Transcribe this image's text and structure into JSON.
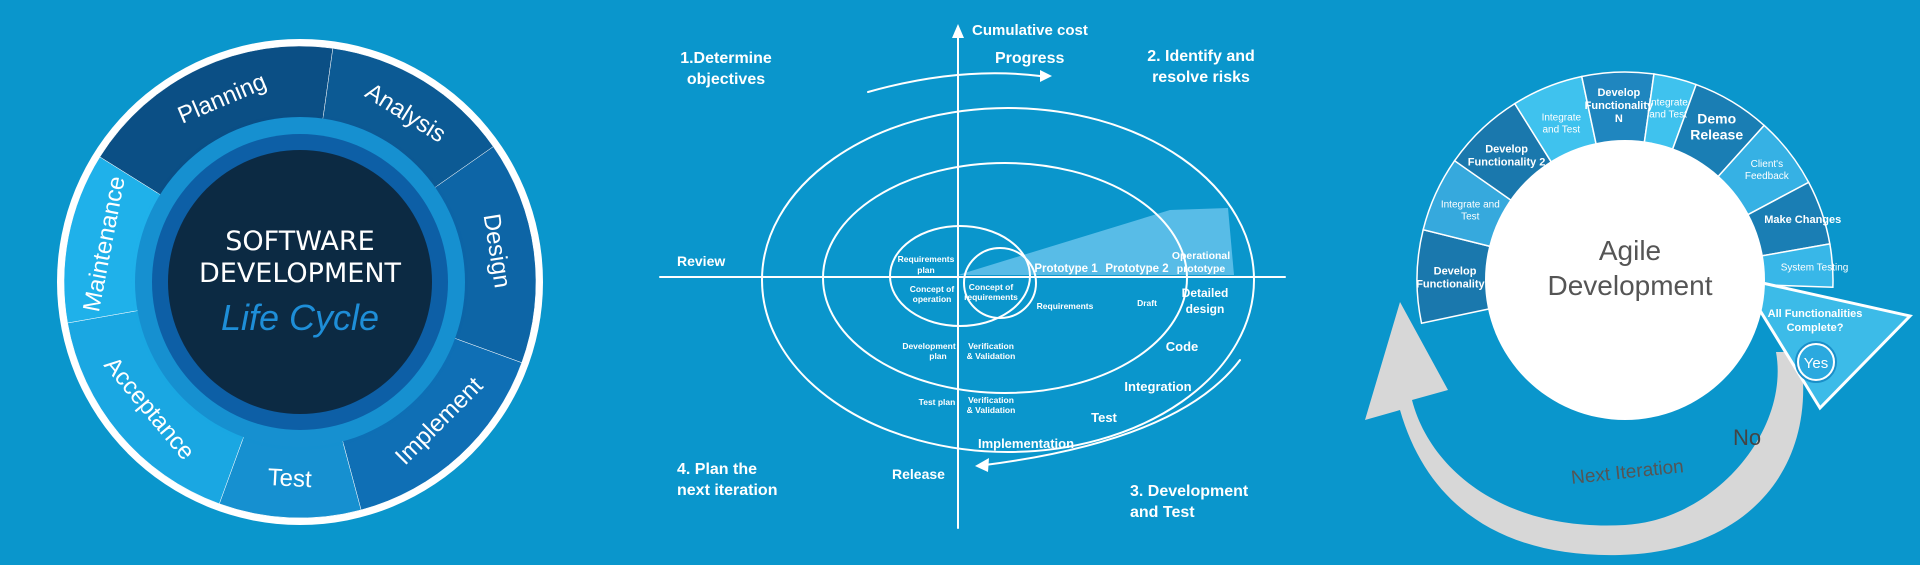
{
  "colors": {
    "background": "#0a96cc",
    "ring_dark": "#0b4f85",
    "ring_light": "#1aa7e2",
    "core": "#0c2a43",
    "white": "#ffffff",
    "agile_light": "#3fc2ee",
    "agile_dark": "#1a78ad",
    "arrow_gray": "#d6d6d6"
  },
  "sdlc": {
    "center_line1": "SOFTWARE",
    "center_line2": "DEVELOPMENT",
    "center_line3": "Life Cycle",
    "phases": [
      "Planning",
      "Analysis",
      "Design",
      "Implement",
      "Test",
      "Acceptance",
      "Maintenance"
    ]
  },
  "spiral": {
    "axis_label": "Cumulative cost",
    "progress_label": "Progress",
    "quadrants": {
      "q1": [
        "1.Determine",
        "objectives"
      ],
      "q2": [
        "2. Identify and",
        "resolve risks"
      ],
      "q3": [
        "3. Development",
        "and Test"
      ],
      "q4": [
        "4. Plan the",
        "next iteration"
      ]
    },
    "review": "Review",
    "release": "Release",
    "labels": {
      "req_plan": [
        "Requirements",
        "plan"
      ],
      "concept_op": [
        "Concept of",
        "operation"
      ],
      "concept_req": [
        "Concept of",
        "requirements"
      ],
      "prototype1": "Prototype 1",
      "prototype2": "Prototype 2",
      "op_prototype": [
        "Operational",
        "prototype"
      ],
      "requirements": "Requirements",
      "draft": "Draft",
      "detailed_design": [
        "Detailed",
        "design"
      ],
      "dev_plan": [
        "Development",
        "plan"
      ],
      "vv1": [
        "Verification",
        "& Validation"
      ],
      "vv2": [
        "Verification",
        "& Validation"
      ],
      "test_plan": "Test plan",
      "code": "Code",
      "integration": "Integration",
      "test": "Test",
      "implementation": "Implementation"
    }
  },
  "agile": {
    "title_line1": "Agile",
    "title_line2": "Development",
    "segments": [
      [
        "Develop",
        "Functionality 1"
      ],
      [
        "Integrate and",
        "Test"
      ],
      [
        "Develop",
        "Functionality 2"
      ],
      [
        "Integrate",
        "and Test"
      ],
      [
        "Develop",
        "Functionality",
        "N"
      ],
      [
        "Integrate",
        "and Test"
      ],
      [
        "Demo",
        "Release"
      ],
      [
        "Client's",
        "Feedback"
      ],
      [
        "Make Changes"
      ],
      [
        "System Testing"
      ]
    ],
    "complete_question": [
      "All Functionalities",
      "Complete?"
    ],
    "yes": "Yes",
    "no": "No",
    "next_iteration": "Next Iteration"
  }
}
